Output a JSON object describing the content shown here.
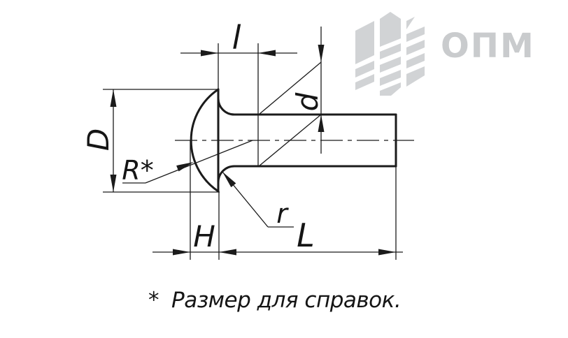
{
  "colors": {
    "line": "#1b1b1b",
    "logo": "#d1d3d5",
    "logo_text": "#c9cbcd"
  },
  "logo": {
    "text": "ОПМ"
  },
  "dimension_labels": {
    "D": "D",
    "l": "l",
    "d": "d",
    "R": "R*",
    "r": "r",
    "H": "H",
    "L": "L"
  },
  "note": {
    "asterisk": "*",
    "text": "Размер для справок."
  },
  "drawing_description": {
    "type": "technical-drawing",
    "subject": "round-head rivet side view with dimension lines"
  }
}
